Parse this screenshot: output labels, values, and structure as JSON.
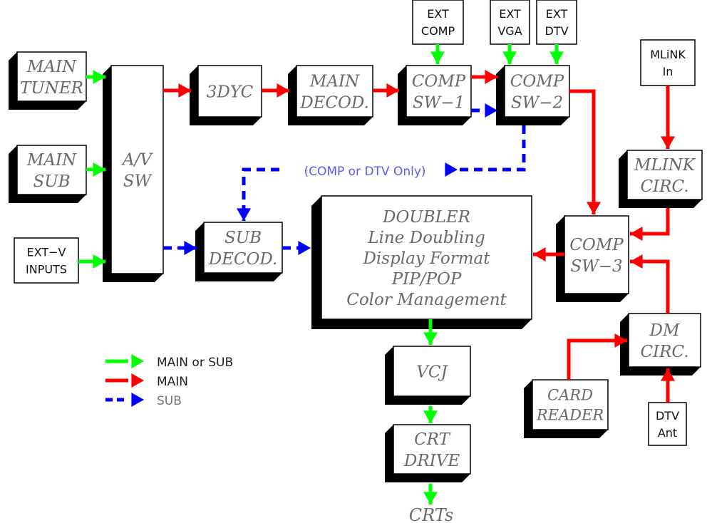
{
  "colors": {
    "main_or_sub": "#00ff00",
    "main": "#ff0000",
    "sub": "#0000ff",
    "block_text": "#6a6a6a",
    "note_text": "#5a5aff"
  },
  "blocks": {
    "main_tuner": [
      "MAIN",
      "TUNER"
    ],
    "main_sub": [
      "MAIN",
      "SUB"
    ],
    "av_sw": [
      "A/V",
      "SW"
    ],
    "ydc": [
      "3DYC"
    ],
    "main_decod": [
      "MAIN",
      "DECOD."
    ],
    "comp_sw1": [
      "COMP",
      "SW−1"
    ],
    "comp_sw2": [
      "COMP",
      "SW−2"
    ],
    "mlink_circ": [
      "MLINK",
      "CIRC."
    ],
    "sub_decod": [
      "SUB",
      "DECOD."
    ],
    "doubler": [
      "DOUBLER",
      "Line Doubling",
      "Display Format",
      "PIP/POP",
      "Color Management"
    ],
    "comp_sw3": [
      "COMP",
      "SW−3"
    ],
    "dm_circ": [
      "DM",
      "CIRC."
    ],
    "card_reader": [
      "CARD",
      "READER"
    ],
    "vcj": [
      "VCJ"
    ],
    "crt_drive": [
      "CRT",
      "DRIVE"
    ]
  },
  "inputs": {
    "ext_v": [
      "EXT−V",
      "INPUTS"
    ],
    "ext_comp": [
      "EXT",
      "COMP"
    ],
    "ext_vga": [
      "EXT",
      "VGA"
    ],
    "ext_dtv": [
      "EXT",
      "DTV"
    ],
    "mlink_in": [
      "MLiNK",
      "In"
    ],
    "dtv_ant": [
      "DTV",
      "Ant"
    ]
  },
  "output_label": "CRTs",
  "note": "(COMP or DTV Only)",
  "legend": [
    {
      "label": "MAIN or SUB",
      "type": "main_or_sub"
    },
    {
      "label": "MAIN",
      "type": "main"
    },
    {
      "label": "SUB",
      "type": "sub"
    }
  ]
}
